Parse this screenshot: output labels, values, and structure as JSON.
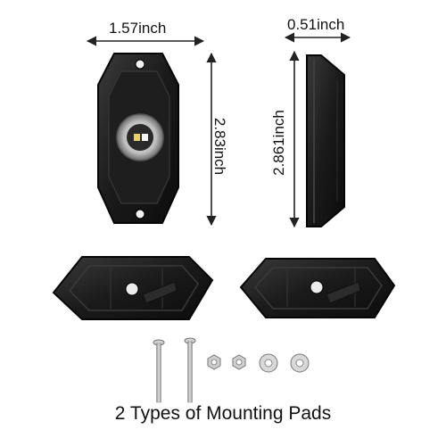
{
  "dimensions": {
    "width_label": "1.57inch",
    "height_label": "2.83inch",
    "depth_label": "0.51inch",
    "side_height_label": "2.861inch"
  },
  "caption": "2 Types of Mounting Pads",
  "colors": {
    "housing": "#1b1b1b",
    "housing_edge": "#3a3a3a",
    "lens_ring": "#cfcfcf",
    "led_chip": "#e7d36b",
    "hardware": "#b8b8b8",
    "dimension_line": "#222222"
  }
}
